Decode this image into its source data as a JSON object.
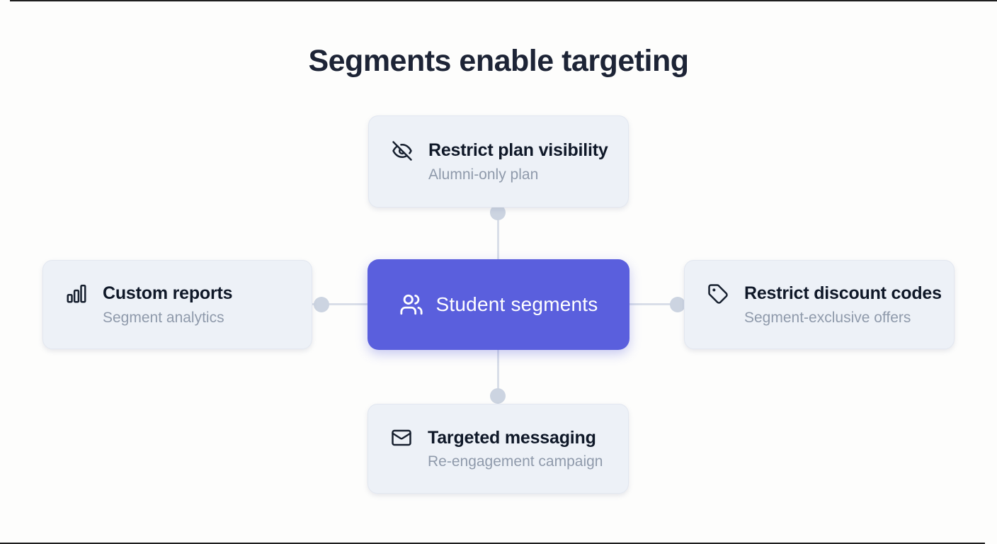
{
  "title": "Segments enable targeting",
  "center": {
    "label": "Student segments",
    "icon": "users-icon"
  },
  "nodes": [
    {
      "position": "top",
      "title": "Restrict plan visibility",
      "subtitle": "Alumni-only plan",
      "icon": "eye-off-icon"
    },
    {
      "position": "left",
      "title": "Custom reports",
      "subtitle": "Segment analytics",
      "icon": "bar-chart-icon"
    },
    {
      "position": "right",
      "title": "Restrict discount codes",
      "subtitle": "Segment-exclusive offers",
      "icon": "tag-icon"
    },
    {
      "position": "bottom",
      "title": "Targeted messaging",
      "subtitle": "Re-engagement campaign",
      "icon": "mail-icon"
    }
  ],
  "colors": {
    "accent": "#5a5fdd",
    "card_bg": "#edf1f7",
    "card_border": "#e2e7f0",
    "connector_line": "#d9dee8",
    "connector_dot": "#ccd4e1",
    "title_text": "#1d2436",
    "card_title_text": "#0f1828",
    "card_subtitle_text": "#8f9aab",
    "icon_stroke": "#17202f",
    "center_text": "#ffffff"
  }
}
